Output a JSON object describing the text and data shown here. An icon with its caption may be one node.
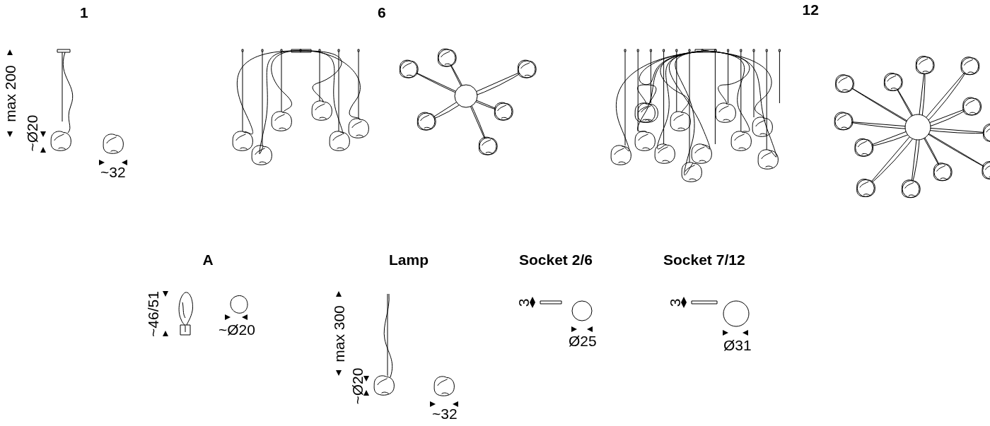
{
  "diagram": {
    "labels": [
      "1",
      "6",
      "12",
      "max 200",
      "~Ø20",
      "~32",
      "A",
      "Lamp",
      "Socket 2/6",
      "Socket 7/12",
      "~46/51",
      "~Ø20",
      "3",
      "3",
      "max 300",
      "~Ø20",
      "Ø25",
      "Ø31",
      "~32"
    ]
  }
}
